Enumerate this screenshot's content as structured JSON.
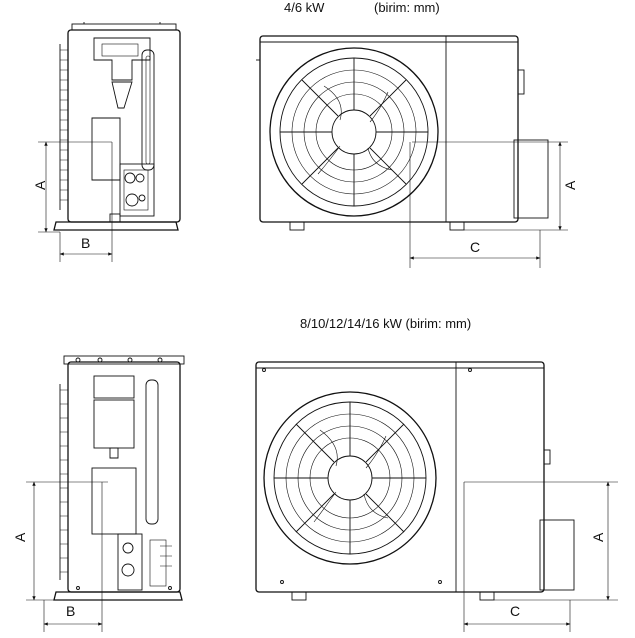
{
  "figure": {
    "top_caption": "4/6 kW",
    "top_unit": "(birim: mm)",
    "bottom_caption": "8/10/12/14/16 kW  (birim: mm)",
    "dims": {
      "a": "A",
      "b": "B",
      "c": "C"
    }
  },
  "colors": {
    "line": "#111111",
    "background": "#ffffff"
  }
}
